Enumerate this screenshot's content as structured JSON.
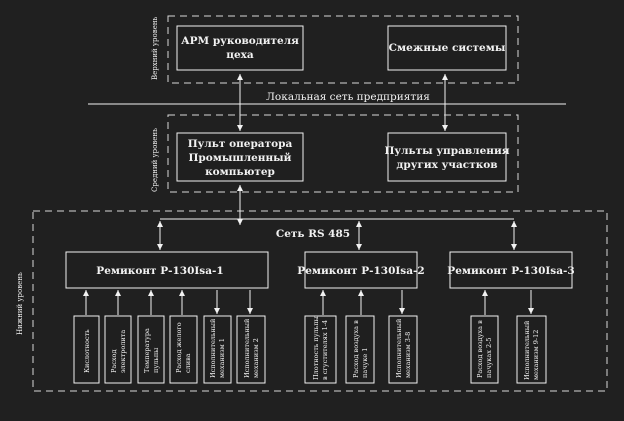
{
  "levels": {
    "upper": "Верхний уровень",
    "middle": "Средний уровень",
    "lower": "Нижний уровень"
  },
  "top": {
    "arm_line1": "АРМ руководителя",
    "arm_line2": "цеха",
    "adjacent": "Смежные системы"
  },
  "network_label": "Локальная сеть предприятия",
  "middle": {
    "operator_line1": "Пульт оператора",
    "operator_line2": "Промышленный",
    "operator_line3": "компьютер",
    "panels_line1": "Пульты управления",
    "panels_line2": "других участков"
  },
  "bus_label": "Сеть  RS  485",
  "controllers": [
    "Ремиконт Р-130Isa-1",
    "Ремиконт Р-130Isa-2",
    "Ремиконт Р-130Isa-3"
  ],
  "sensors": [
    [
      "Кислотность"
    ],
    [
      "Расход",
      "электролита"
    ],
    [
      "Температура",
      "пульпы"
    ],
    [
      "Расход желого",
      "слива"
    ],
    [
      "Исполнительный",
      "механизм 1"
    ],
    [
      "Исполнительный",
      "механизм 2"
    ],
    [
      "Плотность пульпы",
      "в сгустителях 1-4"
    ],
    [
      "Расход воздуха в",
      "пачуке 1"
    ],
    [
      "Исполнительный",
      "механизм 3-8"
    ],
    [
      "Расход воздуха в",
      "пачуках 2-5"
    ],
    [
      "Исполнительный",
      "механизм 9-12"
    ]
  ]
}
